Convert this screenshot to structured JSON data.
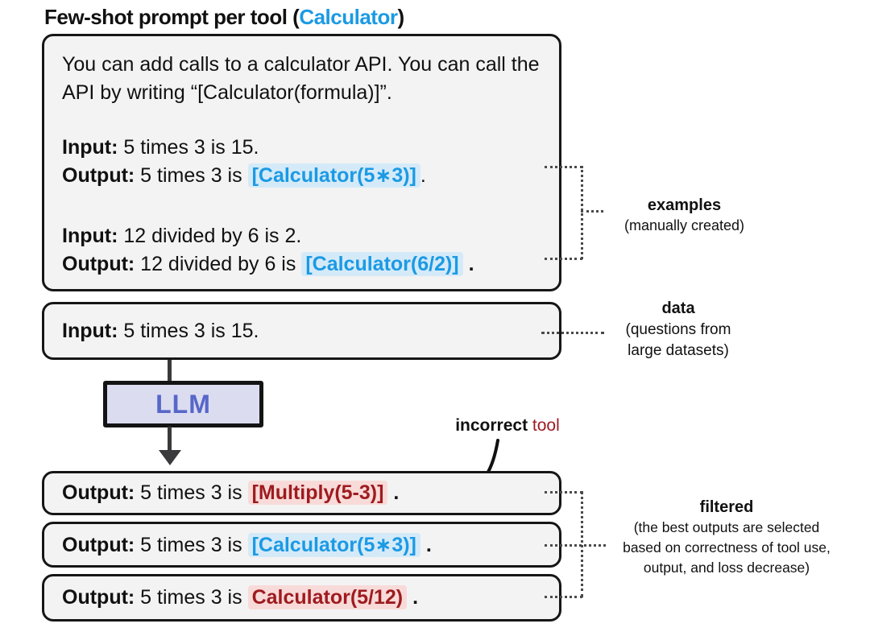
{
  "title": {
    "main": "Few-shot prompt per tool",
    "open_paren": " (",
    "tool": "Calculator",
    "close_paren": ")"
  },
  "prompt_box": {
    "instruction": "You can add calls to a calculator API. You can call the API by writing “[Calculator(formula)]”.",
    "examples": [
      {
        "input_label": "Input:",
        "input_text": " 5 times 3 is 15.",
        "output_label": "Output:",
        "output_prefix": " 5 times 3 is ",
        "call": "[Calculator(5∗3)]",
        "suffix": "."
      },
      {
        "input_label": "Input:",
        "input_text": " 12 divided by 6 is 2.",
        "output_label": "Output:",
        "output_prefix": " 12 divided by 6 is ",
        "call": "[Calculator(6/2)]",
        "suffix": " ."
      }
    ]
  },
  "data_box": {
    "label": "Input:",
    "text": " 5 times 3 is 15."
  },
  "llm_box": {
    "label": "LLM"
  },
  "incorrect_label": {
    "bold": "incorrect",
    "rest": " tool"
  },
  "outputs": [
    {
      "label": "Output:",
      "prefix": " 5 times 3 is ",
      "call": "[Multiply(5-3)]",
      "suffix": " .",
      "style": "red"
    },
    {
      "label": "Output:",
      "prefix": " 5 times 3 is ",
      "call": "[Calculator(5∗3)]",
      "suffix": " .",
      "style": "blue"
    },
    {
      "label": "Output:",
      "prefix": " 5 times 3 is ",
      "call": "Calculator(5/12)",
      "suffix": " .",
      "style": "red"
    }
  ],
  "annotations": {
    "examples": {
      "title": "examples",
      "subtitle": "(manually created)"
    },
    "data": {
      "title": "data",
      "lines": [
        "(questions from",
        "large datasets)"
      ]
    },
    "filtered": {
      "title": "filtered",
      "lines": [
        "(the best outputs are selected",
        "based on correctness of tool use,",
        "output, and loss decrease)"
      ]
    }
  },
  "icons": {
    "down_arrow": "down-arrow-icon",
    "curved_arrow": "curved-arrow-icon"
  },
  "colors": {
    "accent_blue": "#1b9ae4",
    "highlight_blue": "#d5eaf8",
    "accent_red": "#9e1b1f",
    "highlight_red": "#f8dbd9",
    "box_fill": "#f3f3f4",
    "box_border": "#161616",
    "llm_fill": "#dbdcf0",
    "llm_text": "#5766c8",
    "arrow": "#3a3a3c"
  }
}
